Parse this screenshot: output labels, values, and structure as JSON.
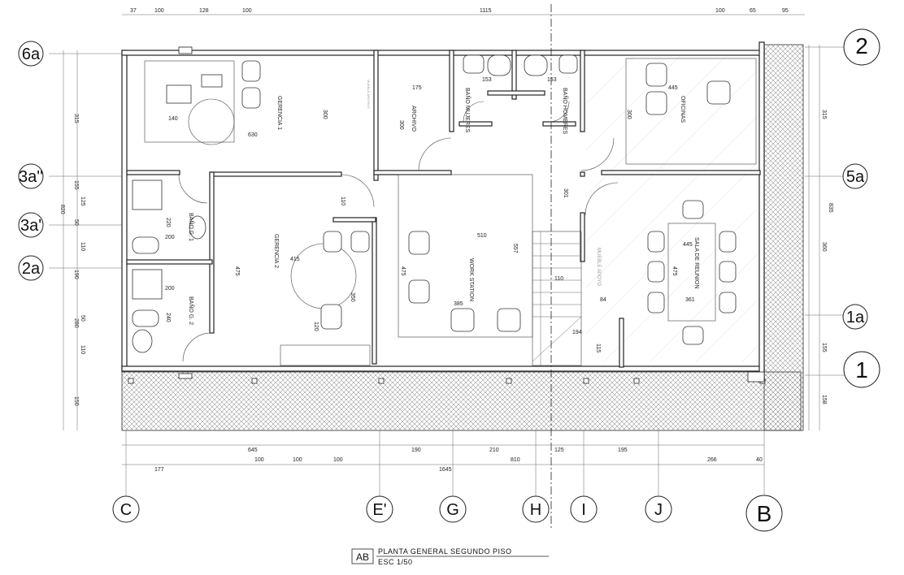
{
  "drawing": {
    "title": "PLANTA GENERAL SEGUNDO PISO",
    "scale": "ESC 1/50",
    "logo_text": "AB"
  },
  "axes": {
    "left": [
      "6a",
      "3a''",
      "3a'",
      "2a"
    ],
    "right": [
      "2",
      "5a",
      "1a",
      "1"
    ],
    "bottom": [
      "C",
      "E'",
      "G",
      "H",
      "I",
      "J",
      "B"
    ]
  },
  "rooms": {
    "gerencia1": "GERENCIA 1",
    "gerencia2": "GERENCIA 2",
    "archivo": "ARCHIVO",
    "bano_mujeres": "BAÑO MUJERES",
    "bano_hombres": "BAÑO HOMBRES",
    "oficinas": "OFICINAS",
    "sala_reunion": "SALA DE REUNION",
    "work_station": "WORK STATION",
    "bano_g1": "BAÑO G. 1",
    "bano_g2": "BAÑO G. 2",
    "mueble_apoyo": "MUEBLE APOYO",
    "mueble_archivo": "MUEBLE ARCHIVO"
  },
  "dims_top": [
    "37",
    "100",
    "128",
    "100",
    "1115",
    "100",
    "65",
    "95"
  ],
  "dims_left": [
    "315",
    "155",
    "125",
    "50",
    "110",
    "190",
    "50",
    "280",
    "110",
    "820",
    "150"
  ],
  "dims_right": [
    "315",
    "835",
    "360",
    "155",
    "158"
  ],
  "dims_bottom_row1": [
    "645",
    "100",
    "100",
    "100",
    "190",
    "210",
    "810",
    "125",
    "195",
    "266",
    "40"
  ],
  "dims_bottom_row2": [
    "177",
    "1645"
  ],
  "dims_inner": [
    "140",
    "630",
    "300",
    "175",
    "300",
    "153",
    "153",
    "445",
    "300",
    "110",
    "301",
    "200",
    "220",
    "200",
    "240",
    "415",
    "475",
    "510",
    "557",
    "475",
    "350",
    "120",
    "385",
    "110",
    "194",
    "115",
    "445",
    "475",
    "84",
    "361"
  ]
}
